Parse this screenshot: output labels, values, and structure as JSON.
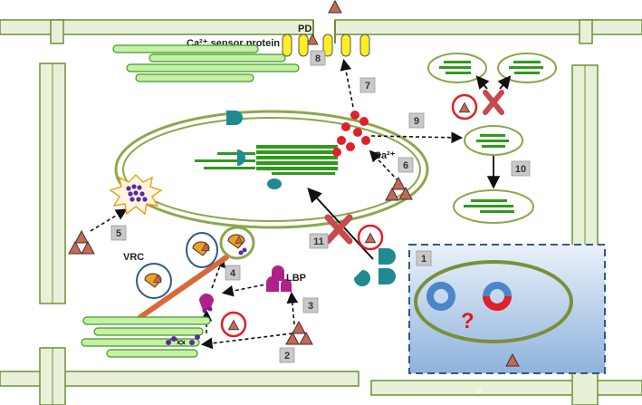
{
  "labels": {
    "pd": "PD",
    "ca_sensor": "Ca²⁺ sensor protein",
    "ca_ion": "Ca²⁺",
    "vrc": "VRC",
    "lbp": "LBP",
    "question": "?",
    "v_mark": "v"
  },
  "steps": [
    "1",
    "2",
    "3",
    "4",
    "5",
    "6",
    "7",
    "8",
    "9",
    "10",
    "11"
  ],
  "colors": {
    "cell_wall_fill": "#e8f1d8",
    "cell_wall_stroke": "#6f8f3a",
    "membrane_green": "#8aa84a",
    "er_fill": "#c6f0a4",
    "er_stroke": "#3f9a2a",
    "thylakoid": "#2f9a1c",
    "virus_triangle": "#c06a58",
    "calcium": "#e0202a",
    "teal": "#1f8a90",
    "magenta": "#b0208a",
    "purple_dots": "#5a2aa0",
    "badge_fill": "#c9c9c9",
    "inhibition_x": "#c8484f",
    "pd_yellow": "#ffee22",
    "vesicle_orange": "#f0a020",
    "actin_rod": "#d86a3a",
    "inset_bg_top": "#eaf1fa",
    "inset_bg_bottom": "#8fb3dc",
    "inset_border": "#2f5a8a",
    "ring_blue": "#4a86c8",
    "question_red": "#e01818"
  }
}
